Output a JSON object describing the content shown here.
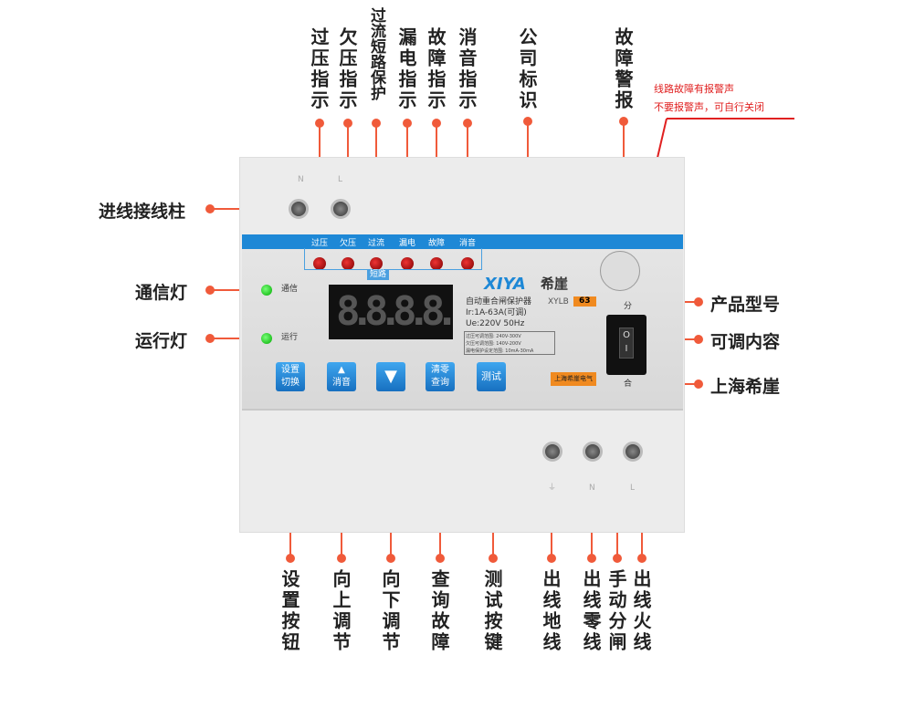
{
  "top_labels": [
    "过压指示",
    "欠压指示",
    "过流短路保护",
    "漏电指示",
    "故障指示",
    "消音指示",
    "公司标识",
    "故障警报"
  ],
  "alarm_note": [
    "线路故障有报警声",
    "不要报警声，可自行关闭"
  ],
  "left_labels": [
    "进线接线柱",
    "通信灯",
    "运行灯"
  ],
  "right_labels": [
    "产品型号",
    "可调内容",
    "上海希崖"
  ],
  "bottom_labels": [
    "设置按钮",
    "向上调节",
    "向下调节",
    "查询故障",
    "测试按键",
    "出线地线",
    "出线零线",
    "手动分闸",
    "出线火线"
  ],
  "device": {
    "indicators": [
      "过压",
      "欠压",
      "过流",
      "漏电",
      "故障",
      "消音"
    ],
    "short_circuit": "短路",
    "comm_led": "通信",
    "run_led": "运行",
    "display": "8.8.8.8.",
    "buttons": [
      "设置\n切换",
      "▲\n消音",
      "▼",
      "清零\n查询",
      "测试"
    ],
    "brand": "XIYA",
    "brand_cn": "希崖",
    "product_name": "自动重合闸保护器",
    "current": "Ir:1A-63A(可调)",
    "voltage": "Ue:220V 50Hz",
    "specs": [
      "过压可调范围: 240V-300V",
      "欠压可调范围: 140V-200V",
      "漏电保护设定范围: 10mA-30mA"
    ],
    "model_prefix": "XYLB",
    "model": "63",
    "sticker": "上海希崖电气",
    "switch_on": "分",
    "switch_off": "合",
    "terminals_top": [
      "N",
      "L"
    ],
    "terminals_bottom": [
      "⏚",
      "N",
      "L"
    ]
  },
  "colors": {
    "accent": "#f05a3a",
    "blue": "#1e88d6"
  }
}
